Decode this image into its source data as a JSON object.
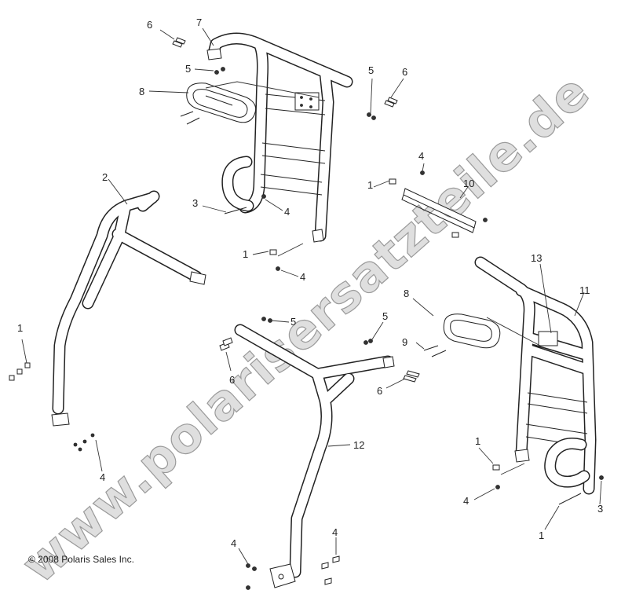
{
  "copyright": "© 2008 Polaris Sales Inc.",
  "watermark": "www.polarisersatzteile.de",
  "callouts": [
    {
      "id": "c6a",
      "text": "6"
    },
    {
      "id": "c7",
      "text": "7"
    },
    {
      "id": "c5a",
      "text": "5"
    },
    {
      "id": "c8a",
      "text": "8"
    },
    {
      "id": "c5b",
      "text": "5"
    },
    {
      "id": "c6b",
      "text": "6"
    },
    {
      "id": "c2",
      "text": "2"
    },
    {
      "id": "c3a",
      "text": "3"
    },
    {
      "id": "c4a",
      "text": "4"
    },
    {
      "id": "c4b",
      "text": "4"
    },
    {
      "id": "c1a",
      "text": "1"
    },
    {
      "id": "c10",
      "text": "10"
    },
    {
      "id": "c1b",
      "text": "1"
    },
    {
      "id": "c4c",
      "text": "4"
    },
    {
      "id": "c13",
      "text": "13"
    },
    {
      "id": "c11",
      "text": "11"
    },
    {
      "id": "c8b",
      "text": "8"
    },
    {
      "id": "c5c",
      "text": "5"
    },
    {
      "id": "c5d",
      "text": "5"
    },
    {
      "id": "c9",
      "text": "9"
    },
    {
      "id": "c6c",
      "text": "6"
    },
    {
      "id": "c6d",
      "text": "6"
    },
    {
      "id": "c1c",
      "text": "1"
    },
    {
      "id": "c4d",
      "text": "4"
    },
    {
      "id": "c12",
      "text": "12"
    },
    {
      "id": "c1d",
      "text": "1"
    },
    {
      "id": "c4e",
      "text": "4"
    },
    {
      "id": "c4f",
      "text": "4"
    },
    {
      "id": "c4g",
      "text": "4"
    },
    {
      "id": "c3b",
      "text": "3"
    },
    {
      "id": "c1e",
      "text": "1"
    }
  ]
}
